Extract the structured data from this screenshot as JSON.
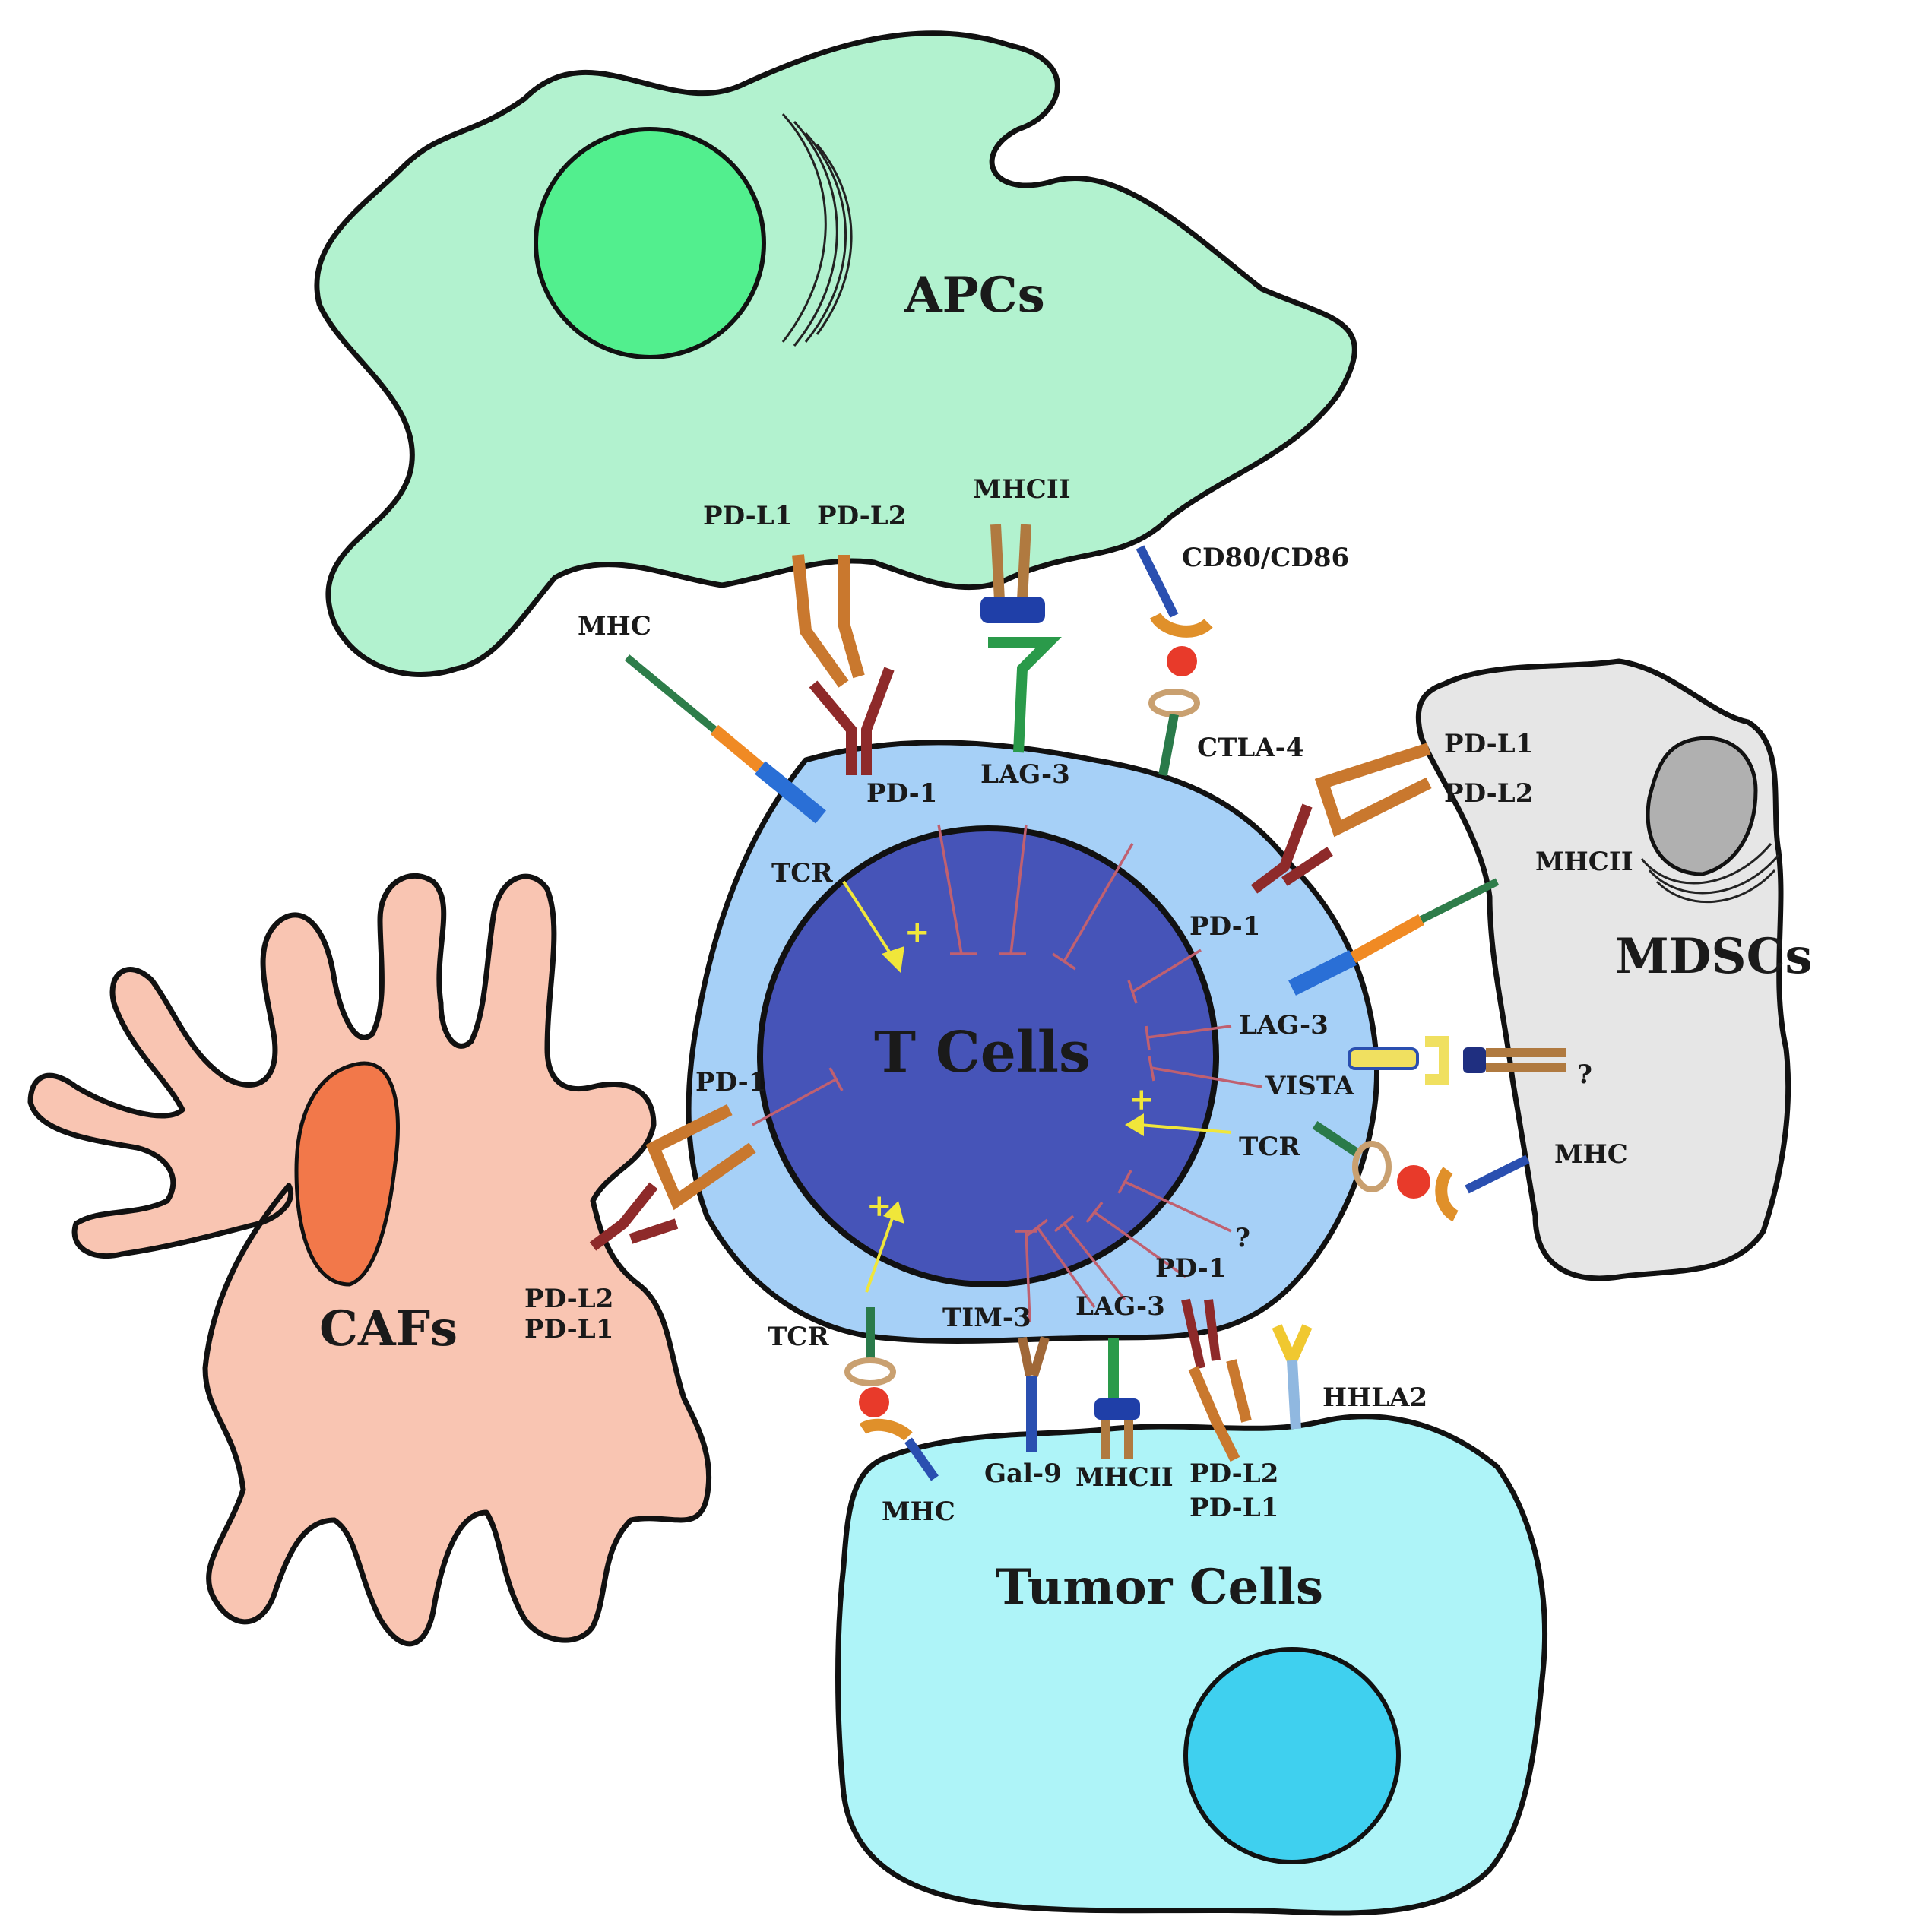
{
  "colors": {
    "apc_fill": "#b2f2cf",
    "apc_nucleus": "#52ef8e",
    "mdsc_fill": "#e6e6e6",
    "mdsc_nucleus": "#b0b0b0",
    "caf_fill": "#f9c5b2",
    "caf_nucleus": "#f2784a",
    "tumor_fill": "#aef4f8",
    "tumor_nucleus": "#3fd0ef",
    "tcell_outer": "#a6d0f7",
    "tcell_nucleus": "#4654b8",
    "inhibition_line": "#c06070",
    "activation_arrow": "#f0e63a"
  },
  "cells": {
    "apc": "APCs",
    "mdsc": "MDSCs",
    "caf": "CAFs",
    "tumor": "Tumor Cells",
    "tcell": "T Cells"
  },
  "apc_labels": {
    "mhc": "MHC",
    "pdl1": "PD-L1",
    "pdl2": "PD-L2",
    "mhcii": "MHCII",
    "cd80_cd86": "CD80/CD86"
  },
  "tcell_labels": {
    "pd1_top": "PD-1",
    "lag3_top": "LAG-3",
    "ctla4": "CTLA-4",
    "tcr_top": "TCR",
    "pd1_left": "PD-1",
    "pd1_right": "PD-1",
    "lag3_right": "LAG-3",
    "vista": "VISTA",
    "tcr_right": "TCR",
    "question_right": "?",
    "tim3": "TIM-3",
    "lag3_bottom": "LAG-3",
    "pd1_bottom": "PD-1",
    "tcr_bottom": "TCR",
    "plus1": "+",
    "plus2": "+",
    "plus3": "+"
  },
  "mdsc_labels": {
    "pdl1": "PD-L1",
    "pdl2": "PD-L2",
    "mhcii": "MHCII",
    "question": "?",
    "mhc": "MHC"
  },
  "caf_labels": {
    "pdl2": "PD-L2",
    "pdl1": "PD-L1"
  },
  "tumor_labels": {
    "mhc": "MHC",
    "gal9": "Gal-9",
    "mhcii": "MHCII",
    "pdl2": "PD-L2",
    "pdl1": "PD-L1",
    "hhla2": "HHLA2"
  }
}
